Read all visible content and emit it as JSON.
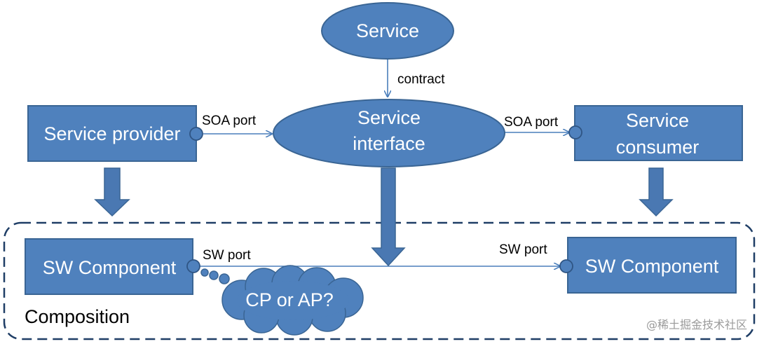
{
  "colors": {
    "shape_fill": "#4f81bd",
    "shape_stroke": "#3a6594",
    "arrow_fill": "#4a78b2",
    "connector": "#4a7ebb",
    "text_on_shape": "#ffffff",
    "label_text": "#000000",
    "composition_border": "#1f3e66"
  },
  "nodes": {
    "service": "Service",
    "service_interface_line1": "Service",
    "service_interface_line2": "interface",
    "service_provider": "Service provider",
    "service_consumer_line1": "Service",
    "service_consumer_line2": "consumer",
    "sw_component_left": "SW Component",
    "sw_component_right": "SW Component",
    "cloud": "CP or AP?"
  },
  "labels": {
    "contract": "contract",
    "soa_port_left": "SOA port",
    "soa_port_right": "SOA port",
    "sw_port_left": "SW port",
    "sw_port_right": "SW port",
    "composition": "Composition"
  },
  "watermark": "@稀土掘金技术社区"
}
